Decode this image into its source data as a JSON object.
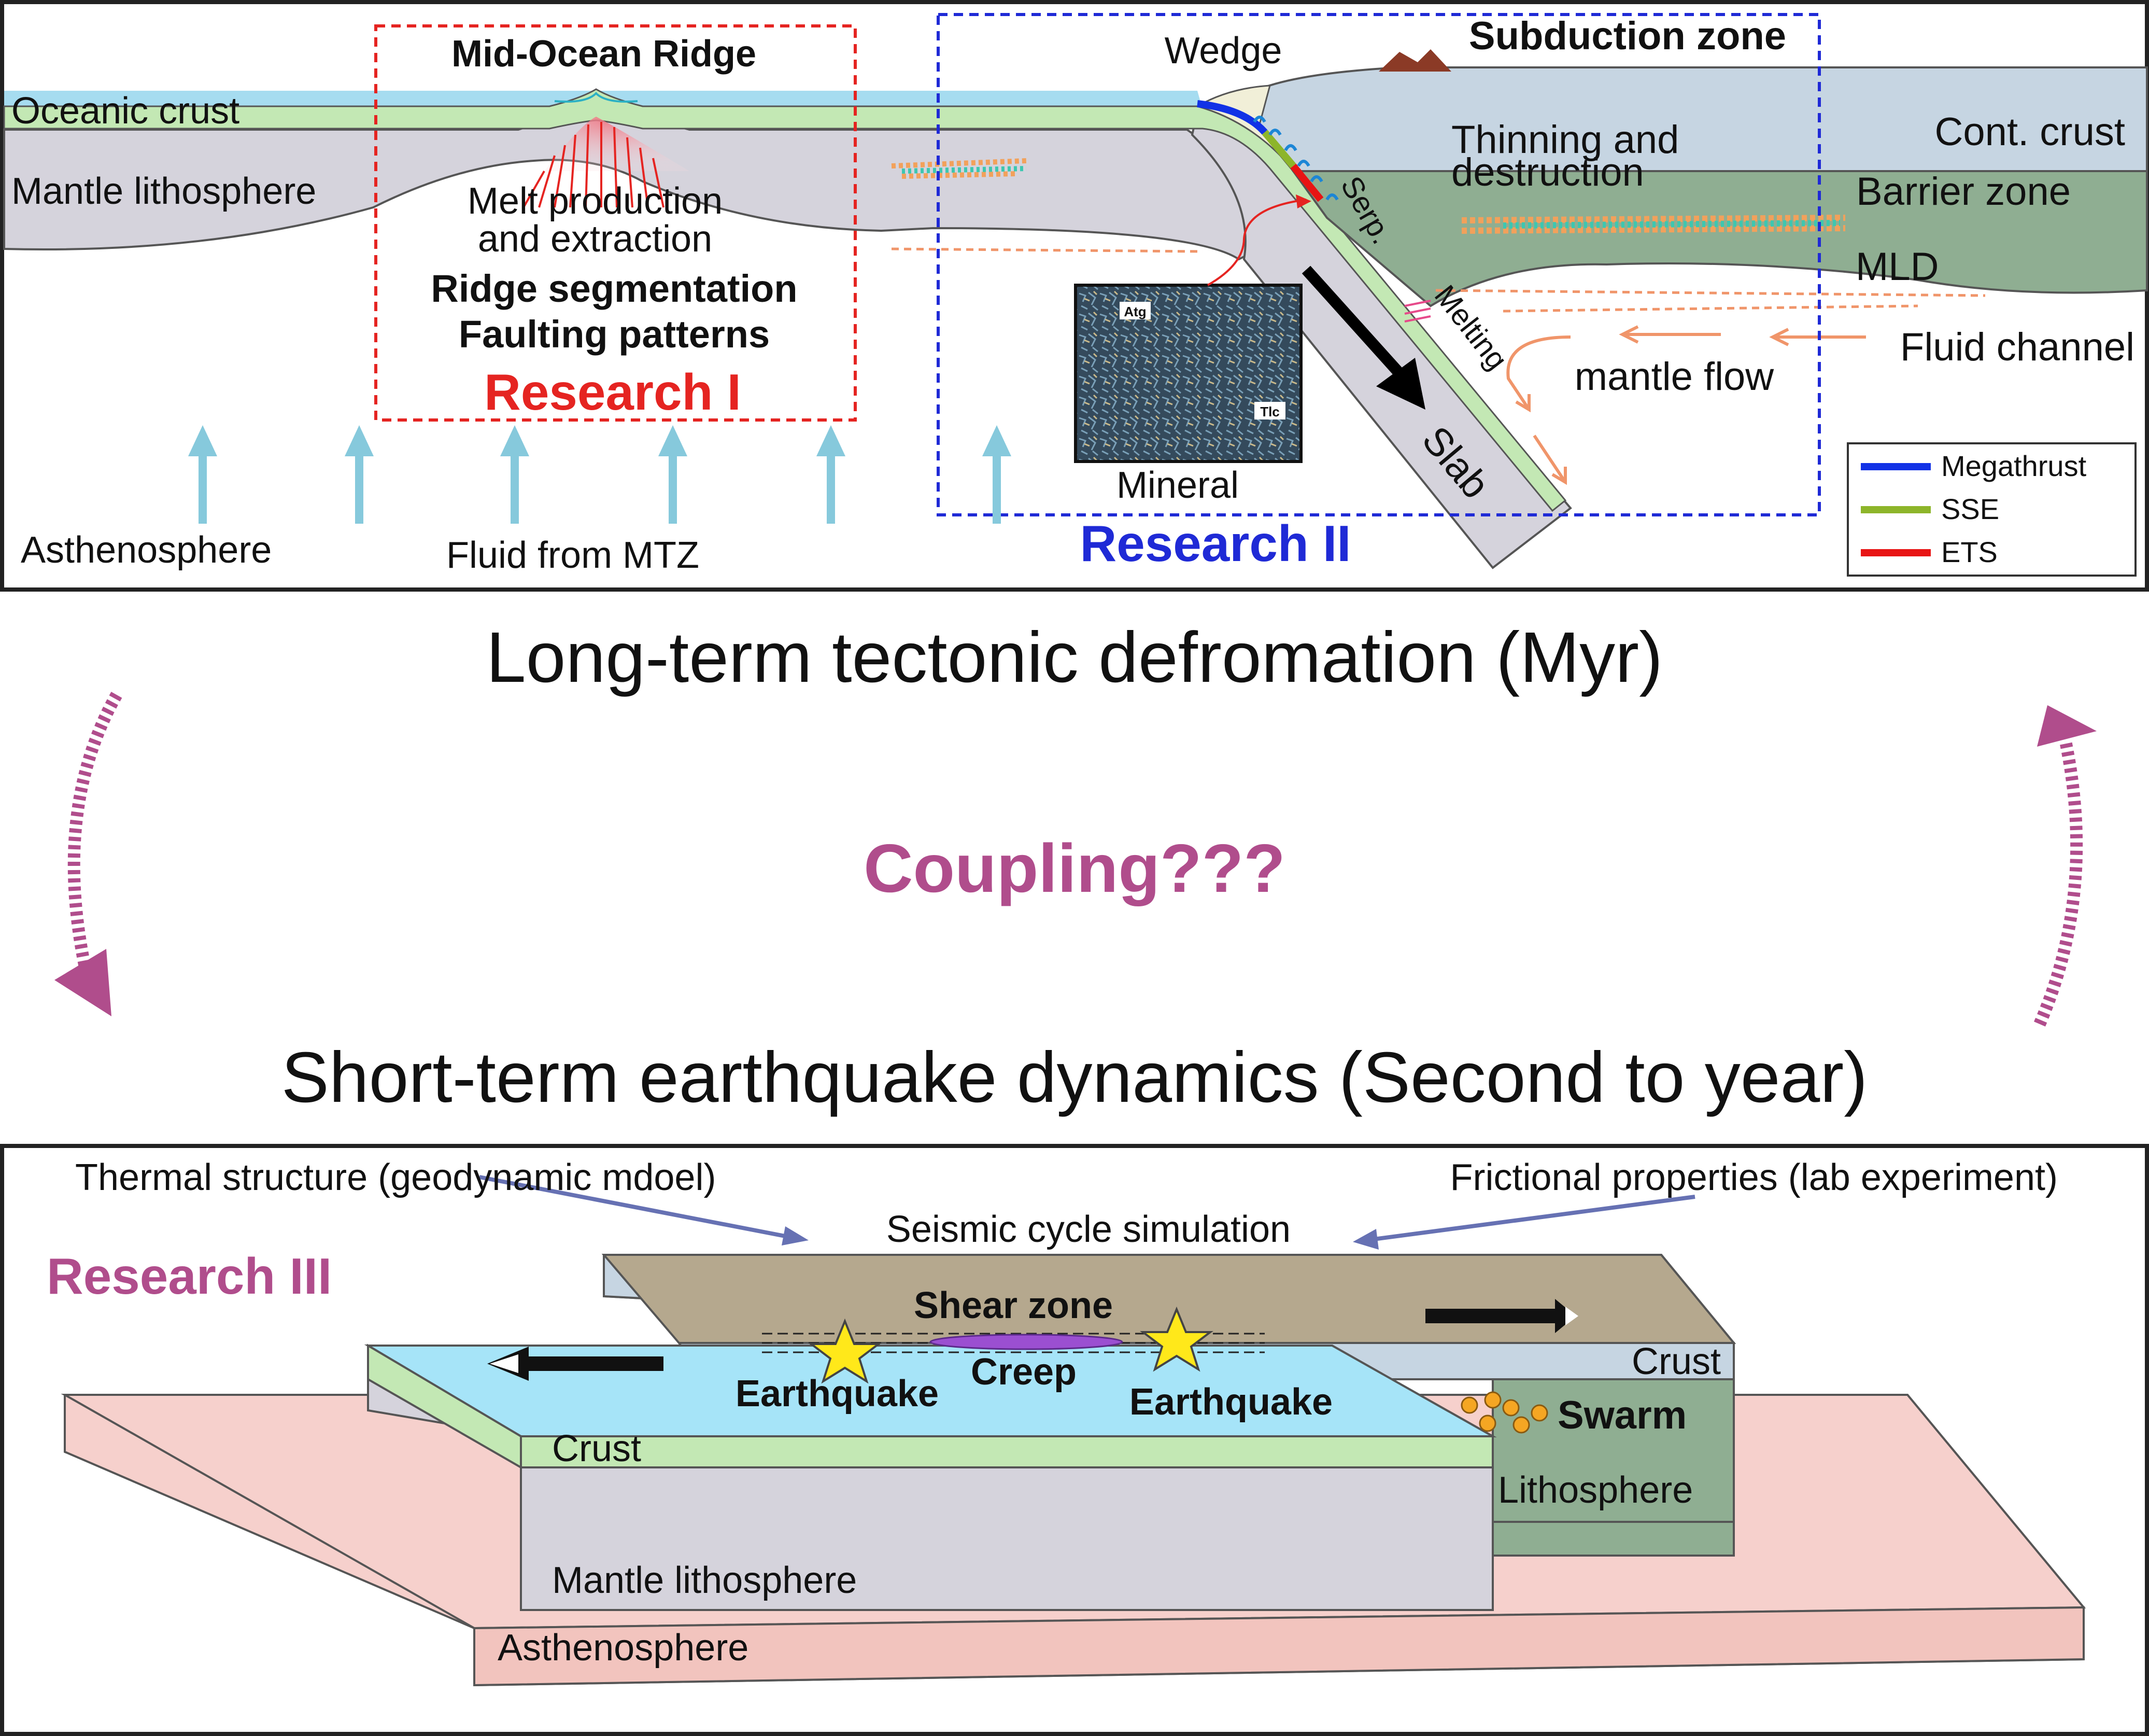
{
  "top_panel": {
    "mid_ocean_ridge": "Mid-Ocean Ridge",
    "subduction_zone": "Subduction zone",
    "wedge": "Wedge",
    "oceanic_crust": "Oceanic crust",
    "mantle_lithosphere": "Mantle lithosphere",
    "melt_line1": "Melt production",
    "melt_line2": "and extraction",
    "ridge_segmentation": "Ridge segmentation",
    "faulting_patterns": "Faulting patterns",
    "research_1": "Research I",
    "research_2": "Research II",
    "asthenosphere": "Asthenosphere",
    "fluid_from_mtz": "Fluid from MTZ",
    "thinning_line1": "Thinning and",
    "thinning_line2": "destruction",
    "cont_crust": "Cont. crust",
    "barrier_zone": "Barrier zone",
    "mld": "MLD",
    "serp": "Serp.",
    "melting": "Melting",
    "fluid_channel": "Fluid channel",
    "mantle_flow": "mantle flow",
    "slab": "Slab",
    "mineral": "Mineral",
    "atg": "Atg",
    "tlc": "Tlc",
    "legend": [
      {
        "label": "Megathrust",
        "color": "#1232e6"
      },
      {
        "label": "SSE",
        "color": "#8db52a"
      },
      {
        "label": "ETS",
        "color": "#e81414"
      }
    ]
  },
  "middle": {
    "long_term": "Long-term tectonic defromation (Myr)",
    "coupling": "Coupling???",
    "short_term": "Short-term earthquake dynamics (Second to year)"
  },
  "bottom_panel": {
    "thermal_structure": "Thermal structure (geodynamic mdoel)",
    "frictional_properties": "Frictional properties (lab experiment)",
    "seismic_cycle": "Seismic cycle simulation",
    "research_3": "Research III",
    "shear_zone": "Shear zone",
    "creep": "Creep",
    "earthquake_left": "Earthquake",
    "earthquake_right": "Earthquake",
    "crust_right": "Crust",
    "crust_front": "Crust",
    "swarm": "Swarm",
    "lithosphere": "Lithosphere",
    "mantle_lithosphere": "Mantle lithosphere",
    "asthenosphere": "Asthenosphere"
  },
  "colors": {
    "research_1": "#e52421",
    "research_2": "#1f2ad6",
    "coupling": "#b04d8c",
    "ocean": "#a6dcf0",
    "oceanic_crust": "#c3e8b4",
    "mantle": "#d5d3dc",
    "cont_crust": "#c6d5e2",
    "barrier": "#8fae92",
    "asthenosphere": "#f6d0cc"
  }
}
